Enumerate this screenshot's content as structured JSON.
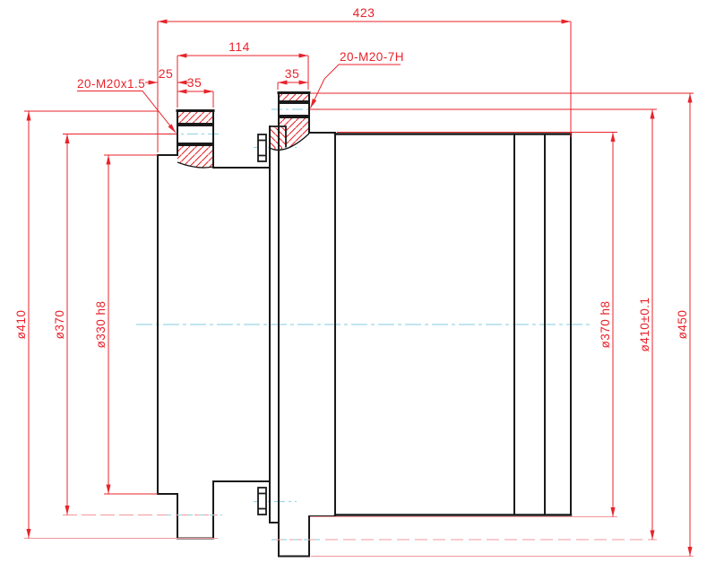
{
  "drawing": {
    "title": "flanged coupling sectional drawing",
    "colors": {
      "outline": "#1a1a1a",
      "dimension": "#e8232b",
      "dimension_light": "#f2989c",
      "centerline": "#9ad7e6",
      "background": "#ffffff"
    },
    "horizontal_dimensions": {
      "overall_length": "423",
      "flange_span": "114",
      "hub_offset": "25",
      "left_flange_thickness": "35",
      "right_flange_thickness": "35"
    },
    "diameter_dimensions": {
      "left_flange_od": "ø410",
      "left_bolt_circle": "ø370",
      "hub_od": "ø330 h8",
      "spigot_od": "ø370 h8",
      "right_bolt_circle": "ø410±0.1",
      "right_flange_od": "ø450"
    },
    "callouts": {
      "left_thread": "20-M20x1.5",
      "right_thread": "20-M20-7H"
    }
  }
}
